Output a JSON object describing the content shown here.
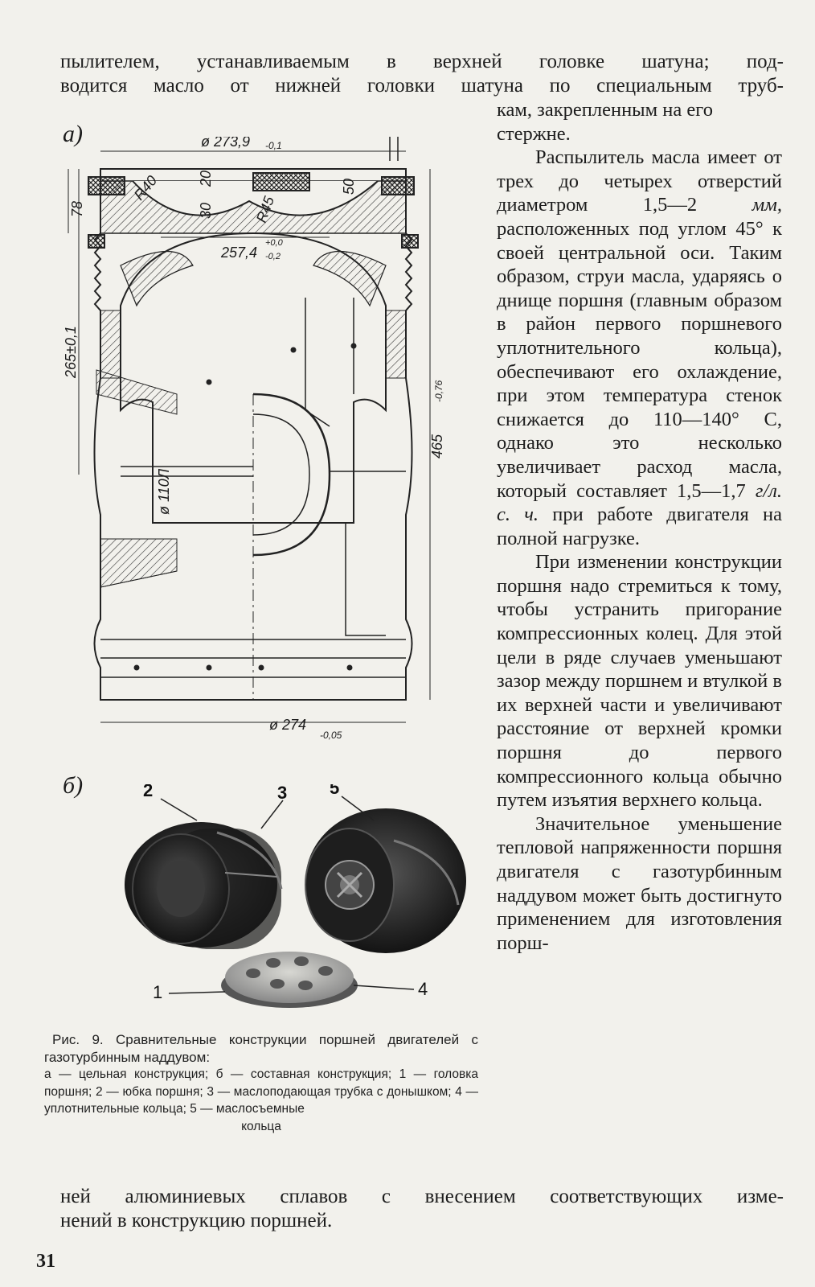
{
  "top_lines": [
    "пылителем, устанавливаемым в верхней головке шатуна; под-",
    "водится масло от нижней головки шатуна по специальным труб-"
  ],
  "right_column": {
    "lead_in": "кам, закрепленным на его стержне.",
    "para1_before_unit": "Распылитель масла имеет от трех до четырех отверстий диаметром 1,5—2",
    "para1_unit": "мм,",
    "para1_after_unit": "расположенных под углом 45° к своей центральной оси. Таким образом, струи масла, ударяясь о днище поршня (главным образом в район первого поршневого уплотнительного кольца), обеспечивают его охлаждение, при этом температура стенок снижается до 110—140° С, однако это несколько увеличивает расход масла, который составляет 1,5—1,7",
    "para1_unit2": "г/л. с. ч.",
    "para1_end": "при работе двигателя на полной нагрузке.",
    "para2": "При изменении конструкции поршня надо стремиться к тому, чтобы устранить пригорание компрессионных колец. Для этой цели в ряде случаев уменьшают зазор между поршнем и втулкой в их верхней части и увеличивают расстояние от верхней кромки поршня до первого компрессионного кольца обычно путем изъятия верхнего кольца.",
    "para3_start": "Значительное уменьшение тепловой напряженности поршня двигателя с газотурбинным наддувом может быть достигнуто применением для изготовления порш-"
  },
  "bottom_lines": [
    "ней алюминиевых сплавов с внесением соответствующих изме-",
    "нений в конструкцию поршней."
  ],
  "figure": {
    "label_a": "а)",
    "label_b": "б)",
    "dims": {
      "top_diameter": "ø 273,9",
      "top_tol": "-0,1",
      "r40": "R40",
      "d20": "20",
      "d30": "30",
      "d50": "50",
      "r45": "R45",
      "d78": "78",
      "inner_diameter": "257,4",
      "inner_tol_up": "+0,0",
      "inner_tol_down": "-0,2",
      "side_265": "265±0,1",
      "side_465": "465",
      "side_465_tol": "-0,76",
      "pin_diameter": "ø 110Л",
      "bottom_diameter": "ø 274",
      "bottom_tol": "-0,05"
    },
    "photo_callouts": [
      "2",
      "3",
      "5",
      "1",
      "4"
    ]
  },
  "caption": {
    "title": "Рис. 9. Сравнительные конструкции поршней двигателей с газотурбинным наддувом:",
    "items": "а — цельная конструкция; б — составная конструкция; 1 — головка поршня; 2 — юбка поршня; 3 — маслоподающая трубка с донышком; 4 — уплотнительные кольца; 5 — маслосъемные",
    "last": "кольца"
  },
  "page_number": "31"
}
